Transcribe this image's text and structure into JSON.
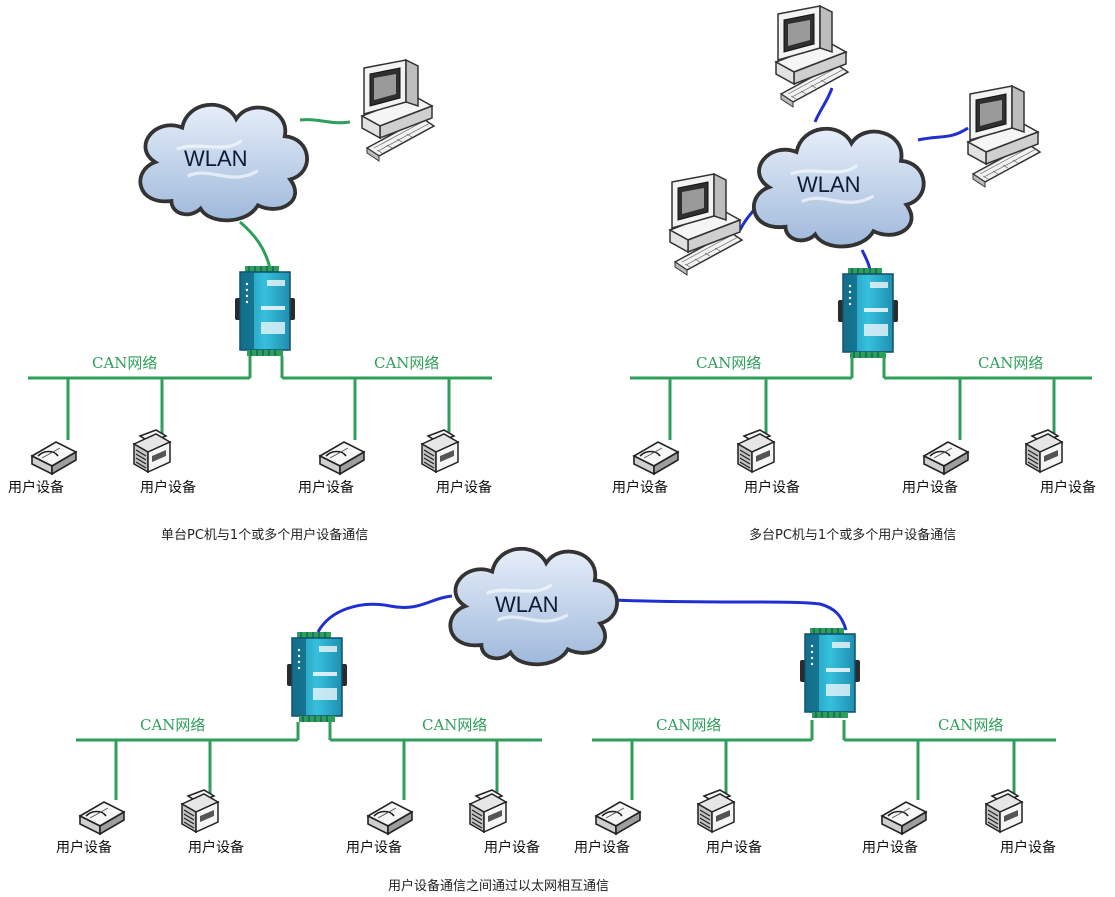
{
  "colors": {
    "bus": "#2e9e5b",
    "wire_green": "#2e9e5b",
    "wire_blue": "#1f2fd0",
    "cloud_fill": "#c7d8ee",
    "cloud_stroke": "#333333",
    "gateway_body": "#2aa9c9",
    "gateway_dark": "#0e4f66"
  },
  "icons": [
    "pc-icon",
    "cloud-icon",
    "gateway-icon",
    "scanner-icon",
    "printer-icon"
  ],
  "wlan_label": "WLAN",
  "can_label": "CAN网络",
  "device_label": "用户设备",
  "captions": {
    "single": "单台PC机与1个或多个用户设备通信",
    "multi": "多台PC机与1个或多个用户设备通信",
    "ethernet": "用户设备通信之间通过以太网相互通信"
  }
}
